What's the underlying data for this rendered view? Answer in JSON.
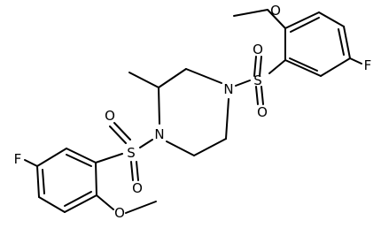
{
  "atoms": {
    "o_methoxy_top": "O",
    "f_right": "F",
    "s_right": "S",
    "o_s_right_top": "O",
    "o_s_right_bottom": "O",
    "n_right": "N",
    "n_left": "N",
    "s_left": "S",
    "o_s_left_top": "O",
    "o_s_left_bottom": "O",
    "f_left": "F",
    "o_methoxy_bottom": "O"
  }
}
